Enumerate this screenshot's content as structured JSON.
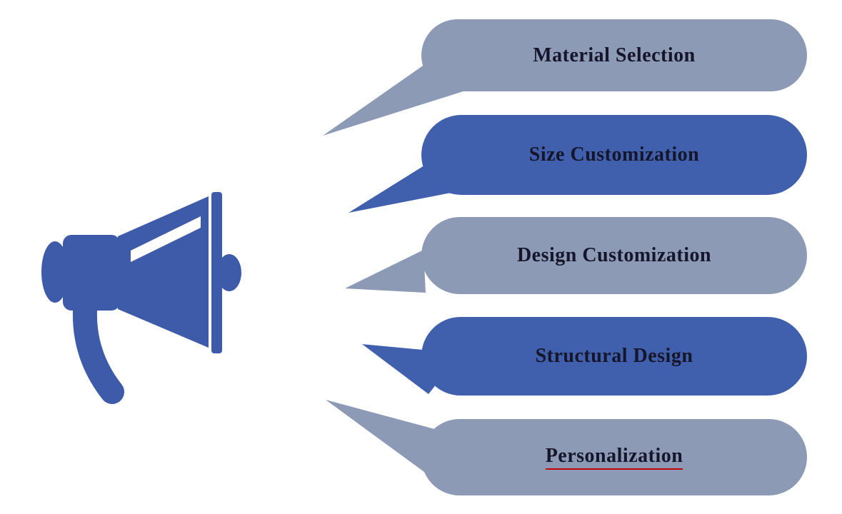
{
  "diagram": {
    "type": "callout-list",
    "background": "#FFFFFF",
    "text_color": "#16162B",
    "icon": {
      "name": "megaphone-icon",
      "color": "#3D5BA9"
    },
    "bubbles": [
      {
        "label": "Material Selection",
        "fill": "#8C9AB6"
      },
      {
        "label": "Size Customization",
        "fill": "#4060AE"
      },
      {
        "label": "Design Customization",
        "fill": "#8C9AB6"
      },
      {
        "label": "Structural Design",
        "fill": "#4060AE"
      },
      {
        "label": "Personalization",
        "fill": "#8C9AB6",
        "underline_color": "#C00000"
      }
    ]
  }
}
